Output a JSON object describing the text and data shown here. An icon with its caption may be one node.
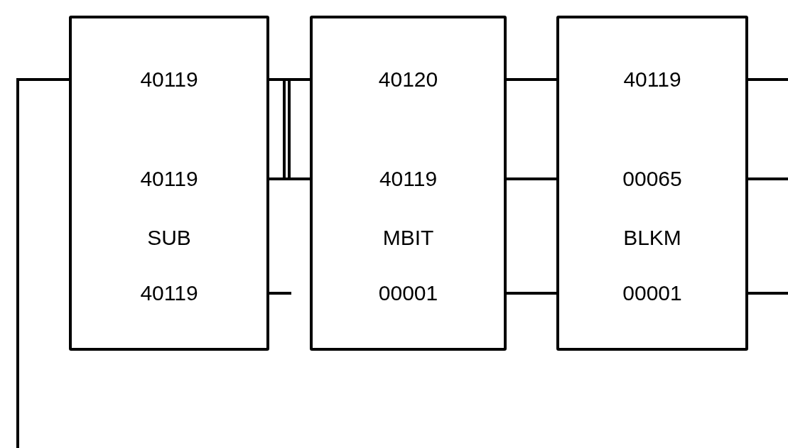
{
  "diagram": {
    "nodes": [
      {
        "text": [
          "40119",
          "40119",
          "SUB",
          "40119"
        ]
      },
      {
        "text": [
          "40120",
          "40119",
          "MBIT",
          "00001"
        ]
      },
      {
        "text": [
          "40119",
          "00065",
          "BLKM",
          "00001"
        ]
      }
    ],
    "edges": [
      {
        "from": null,
        "to": 0,
        "arrow": "none"
      },
      {
        "from": 0,
        "to": 1,
        "arrow": "none"
      },
      {
        "from": 0,
        "to": 1,
        "arrow": "none"
      },
      {
        "from": 0,
        "to": null,
        "arrow": "none"
      },
      {
        "from": 1,
        "to": 2,
        "arrow": "none"
      },
      {
        "from": 1,
        "to": 2,
        "arrow": "none"
      },
      {
        "from": 1,
        "to": 2,
        "arrow": "none"
      },
      {
        "from": 2,
        "to": null,
        "arrow": "none"
      },
      {
        "from": 2,
        "to": null,
        "arrow": "none"
      },
      {
        "from": 2,
        "to": null,
        "arrow": "none"
      }
    ]
  }
}
